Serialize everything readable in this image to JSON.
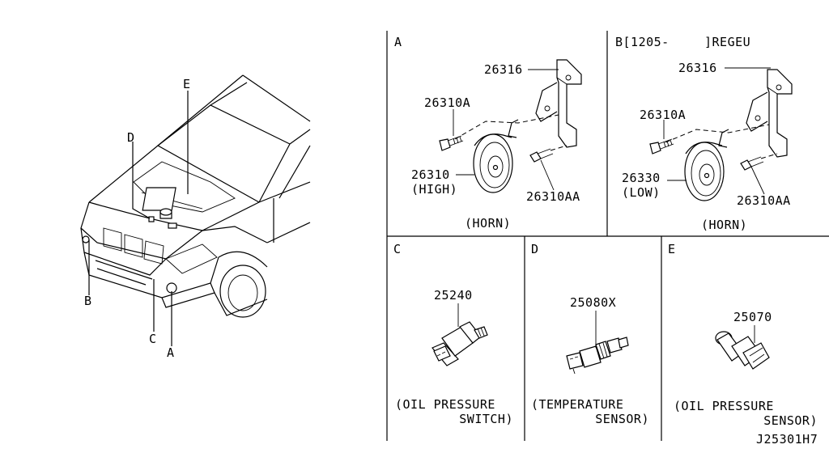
{
  "vehicle": {
    "callouts": {
      "a": "A",
      "b": "B",
      "c": "C",
      "d": "D",
      "e": "E"
    }
  },
  "panels": {
    "a": {
      "letter": "A",
      "parts": {
        "bracket": "26316",
        "bolt": "26310A",
        "horn": "26310",
        "horn_note": "(HIGH)",
        "nut": "26310AA"
      },
      "caption": "(HORN)"
    },
    "b": {
      "letter": "B[1205-",
      "suffix": "]REGEU",
      "parts": {
        "bracket": "26316",
        "bolt": "26310A",
        "horn": "26330",
        "horn_note": "(LOW)",
        "nut": "26310AA"
      },
      "caption": "(HORN)"
    },
    "c": {
      "letter": "C",
      "part": "25240",
      "caption_1": "(OIL PRESSURE",
      "caption_2": "SWITCH)"
    },
    "d": {
      "letter": "D",
      "part": "25080X",
      "caption_1": "(TEMPERATURE",
      "caption_2": "SENSOR)"
    },
    "e": {
      "letter": "E",
      "part": "25070",
      "caption_1": "(OIL PRESSURE",
      "caption_2": "SENSOR)"
    }
  },
  "diagram_code": "J25301H7"
}
